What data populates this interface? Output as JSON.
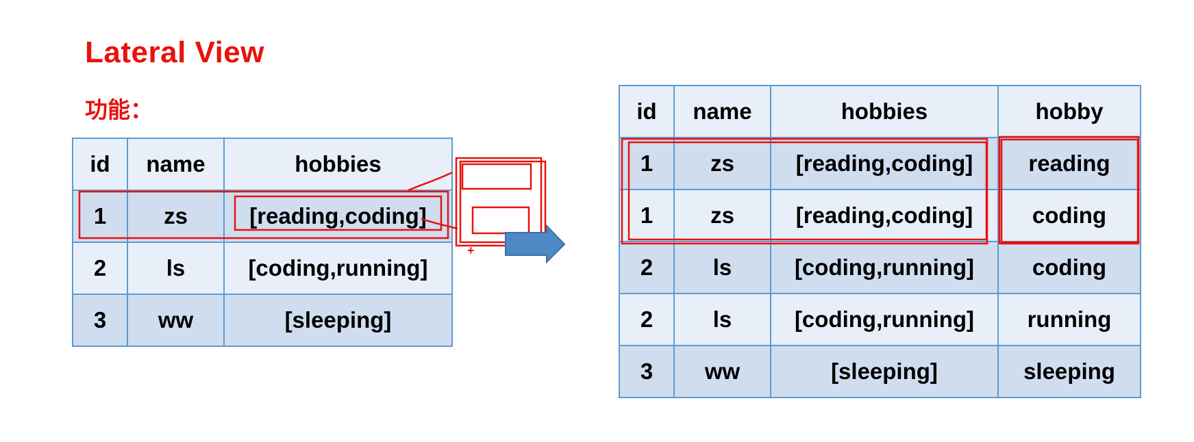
{
  "title": "Lateral View",
  "subtitle": "功能：",
  "colors": {
    "accent": "#e8120c",
    "border": "#5b9bd5",
    "row_light": "#e9eff8",
    "row_dark": "#cfddef",
    "arrow": "#4f88c6"
  },
  "left_table": {
    "headers": [
      "id",
      "name",
      "hobbies"
    ],
    "rows": [
      [
        "1",
        "zs",
        "[reading,coding]"
      ],
      [
        "2",
        "ls",
        "[coding,running]"
      ],
      [
        "3",
        "ww",
        "[sleeping]"
      ]
    ]
  },
  "right_table": {
    "headers": [
      "id",
      "name",
      "hobbies",
      "hobby"
    ],
    "rows": [
      [
        "1",
        "zs",
        "[reading,coding]",
        "reading"
      ],
      [
        "1",
        "zs",
        "[reading,coding]",
        "coding"
      ],
      [
        "2",
        "ls",
        "[coding,running]",
        "coding"
      ],
      [
        "2",
        "ls",
        "[coding,running]",
        "running"
      ],
      [
        "3",
        "ww",
        "[sleeping]",
        "sleeping"
      ]
    ]
  },
  "annotations": {
    "plus_mark": "+"
  }
}
